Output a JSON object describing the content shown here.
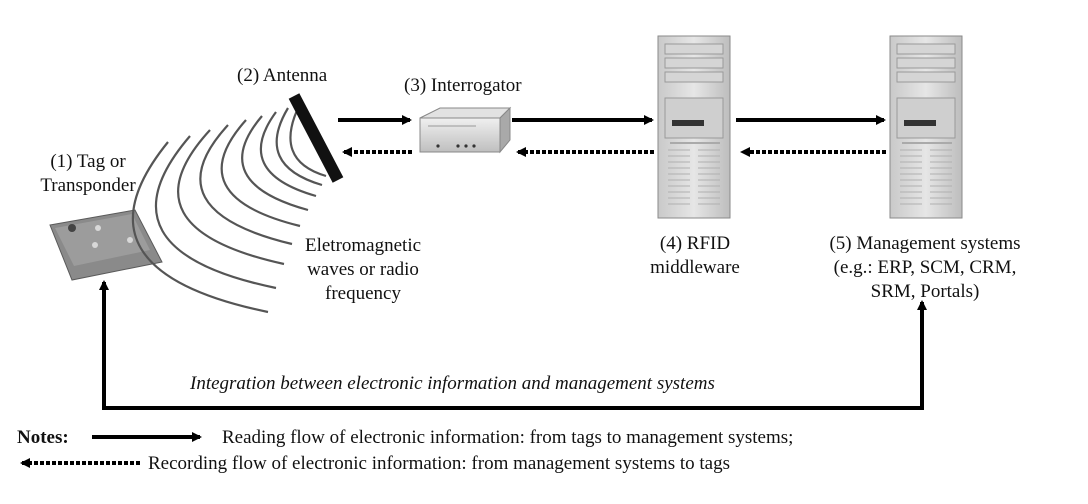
{
  "components": {
    "tag": {
      "line1": "(1) Tag or",
      "line2": "Transponder"
    },
    "antenna": {
      "label": "(2) Antenna"
    },
    "interrogator": {
      "label": "(3) Interrogator"
    },
    "middleware": {
      "line1": "(4) RFID",
      "line2": "middleware"
    },
    "management": {
      "line1": "(5) Management systems",
      "line2": "(e.g.: ERP, SCM, CRM,",
      "line3": "SRM, Portals)"
    },
    "waves": {
      "line1": "Eletromagnetic",
      "line2": "waves or radio",
      "line3": "frequency"
    }
  },
  "integration_label": "Integration between electronic information and management systems",
  "notes": {
    "heading": "Notes:",
    "reading": "Reading flow of electronic information: from tags to management systems;",
    "recording": "Recording flow of electronic information: from management systems to tags"
  }
}
